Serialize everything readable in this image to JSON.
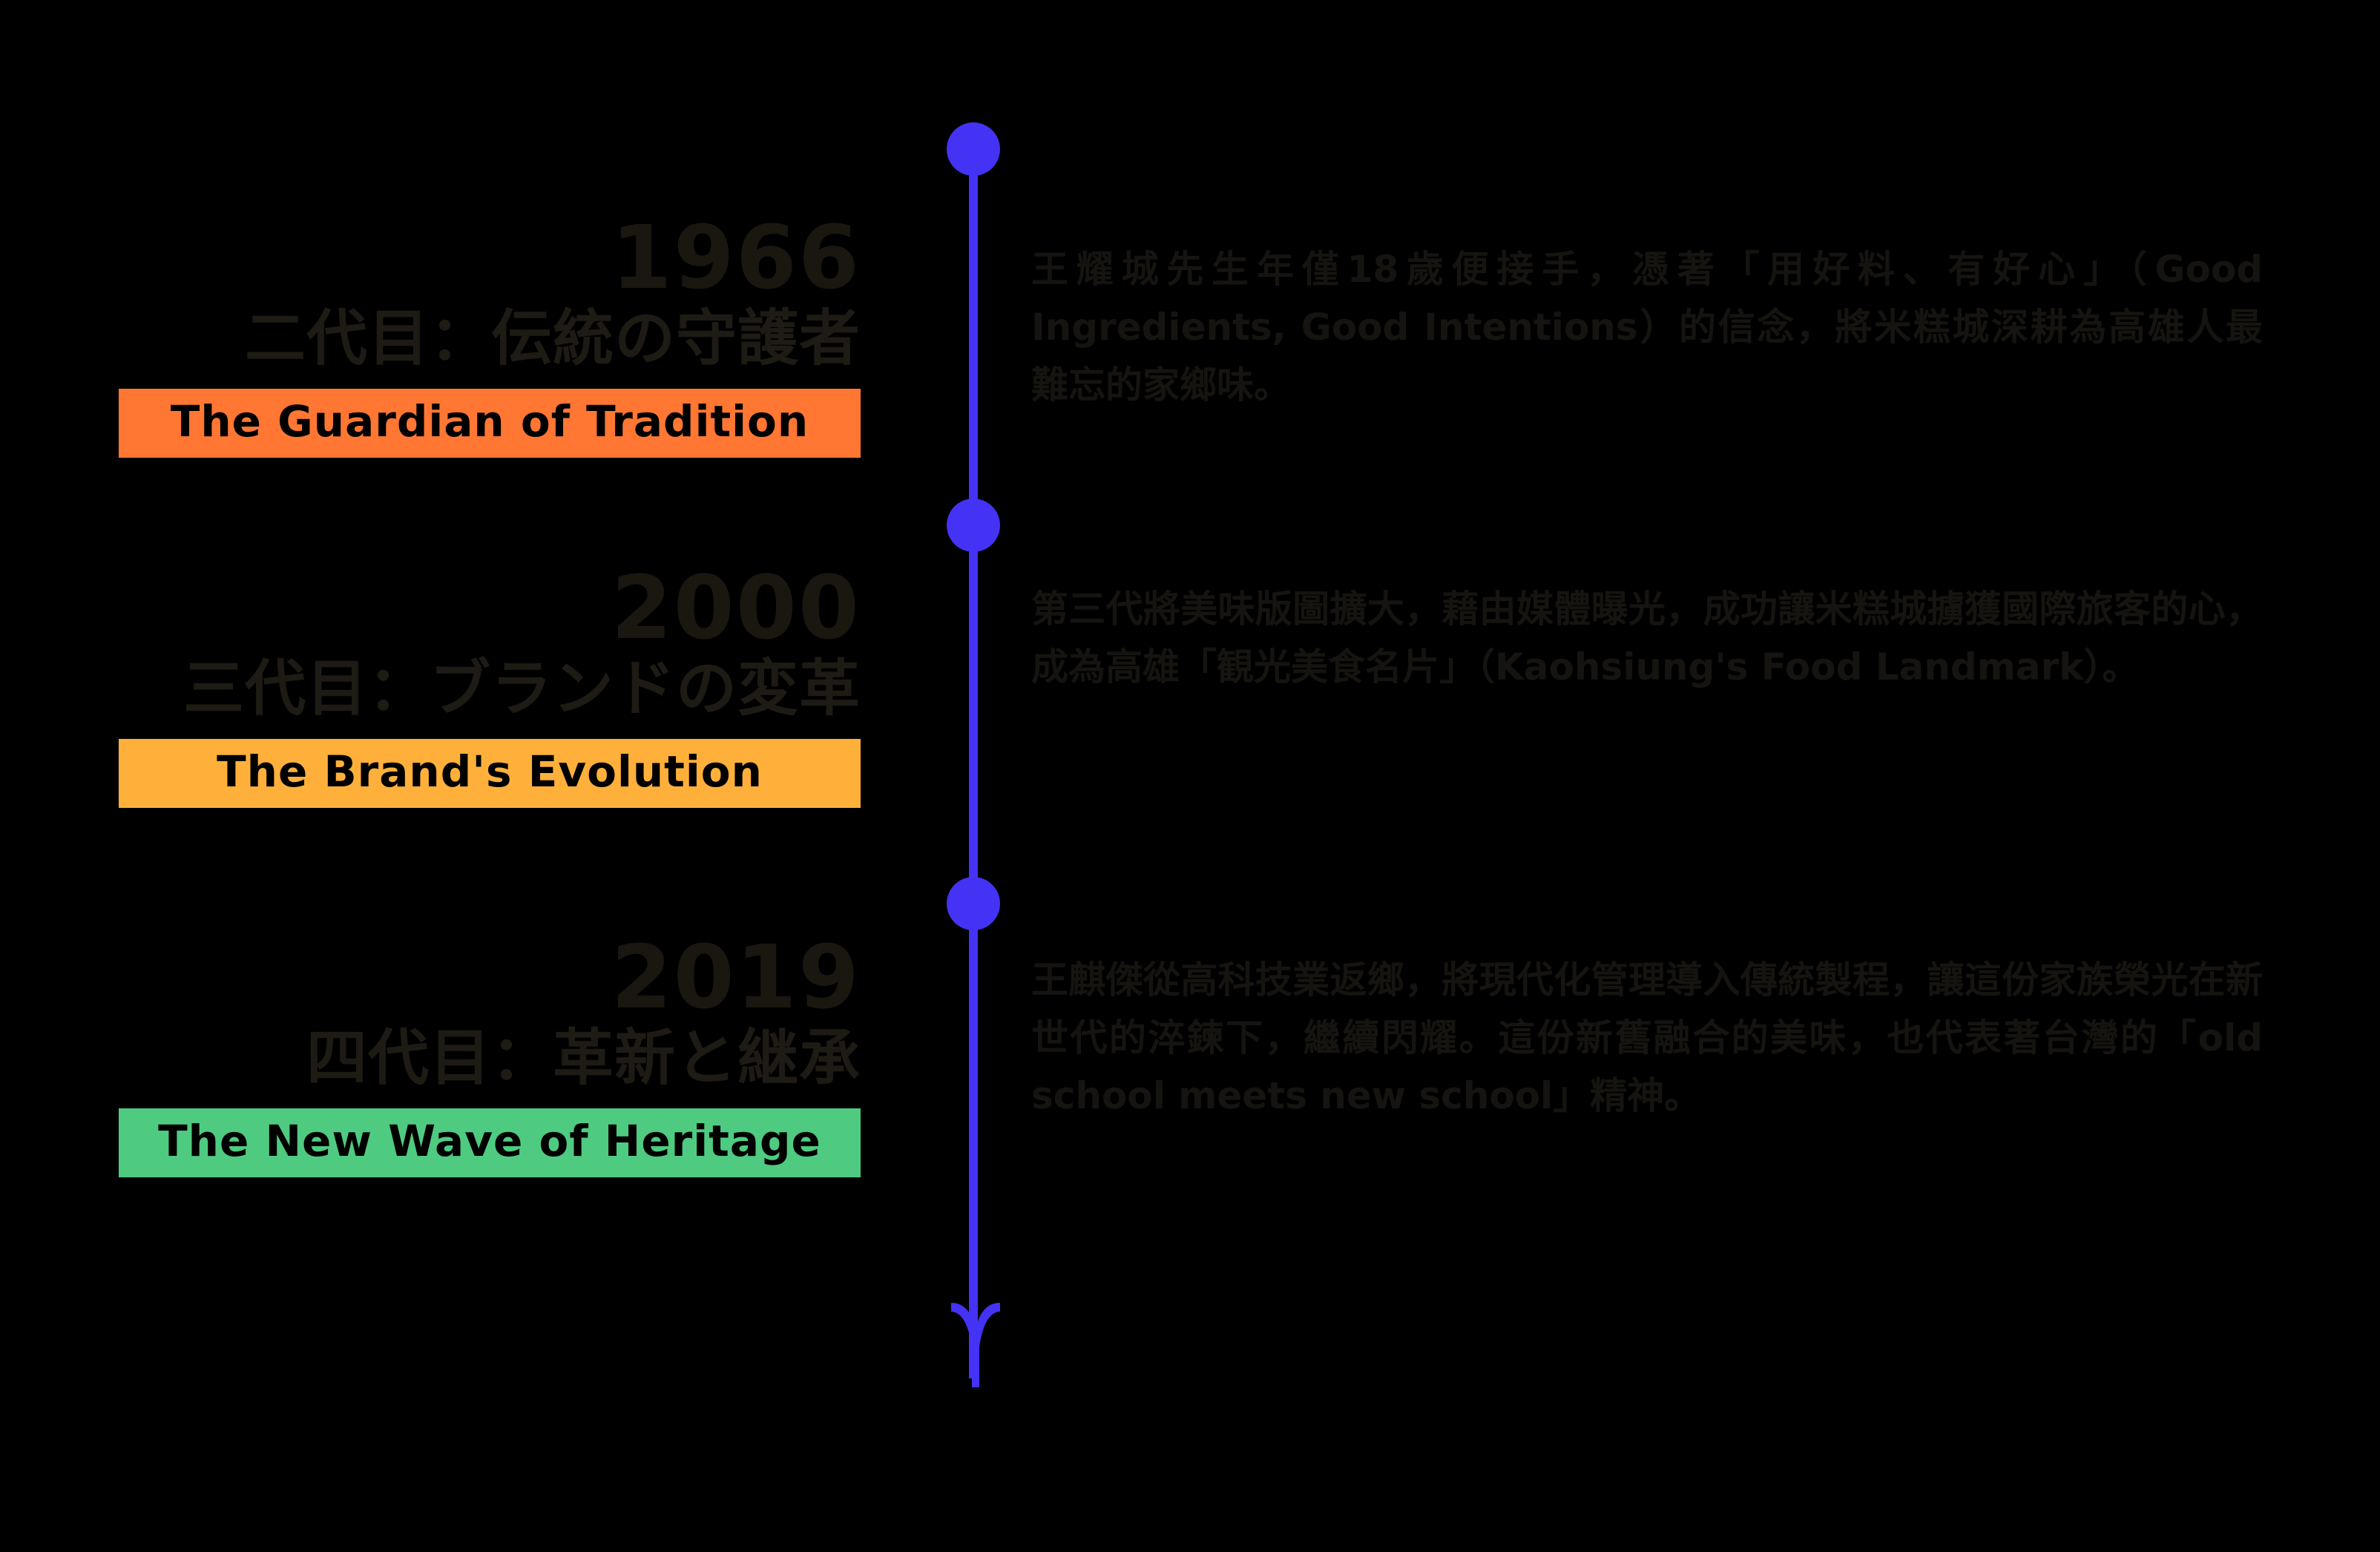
{
  "meta": {
    "background_color": "#000000",
    "timeline_color": "#4433f5",
    "text_color": "#17140f"
  },
  "timeline": {
    "entries": [
      {
        "year": "1966",
        "jp_title": "二代目：伝統の守護者",
        "badge_label": "The Guardian of Tradition",
        "badge_color": "#ff7733",
        "description": "王耀城先生年僅18歲便接手，憑著「用好料、有好心」（Good Ingredients, Good Intentions）的信念，將米糕城深耕為高雄人最難忘的家鄉味。"
      },
      {
        "year": "2000",
        "jp_title": "三代目：ブランドの変革",
        "badge_label": "The Brand's Evolution",
        "badge_color": "#ffb03b",
        "description": "第三代將美味版圖擴大，藉由媒體曝光，成功讓米糕城擄獲國際旅客的心，成為高雄「観光美食名片」（Kaohsiung's Food Landmark）。"
      },
      {
        "year": "2019",
        "jp_title": "四代目：革新と継承",
        "badge_label": "The New Wave of Heritage",
        "badge_color": "#4ecb81",
        "description": "王麒傑從高科技業返鄉，將現代化管理導入傳統製程，讓這份家族榮光在新世代的淬鍊下，繼續閃耀。這份新舊融合的美味，也代表著台灣的「old school meets new school」精神。"
      }
    ]
  },
  "icons": {
    "axis_dot": "circle-node-icon",
    "axis_arrow": "timeline-arrow-icon"
  }
}
